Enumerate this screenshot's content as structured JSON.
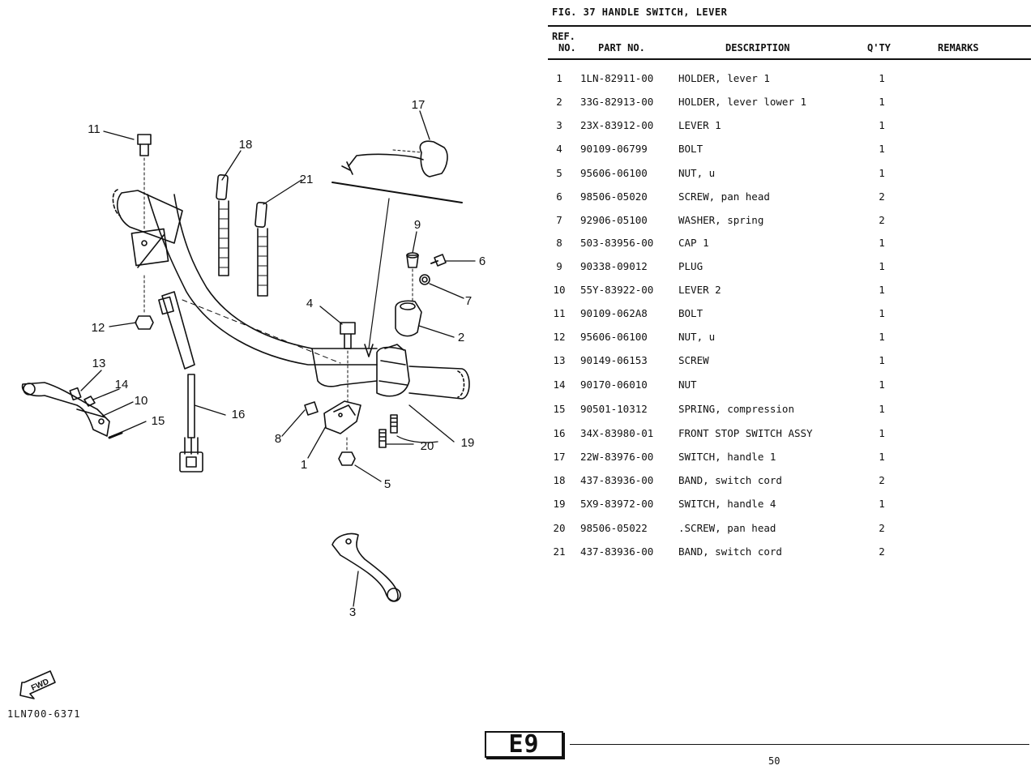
{
  "figure_title": "FIG. 37  HANDLE SWITCH, LEVER",
  "table": {
    "headers": {
      "ref_line1": "REF.",
      "ref_line2": "NO.",
      "part_no": "PART NO.",
      "description": "DESCRIPTION",
      "qty": "Q'TY",
      "remarks": "REMARKS"
    },
    "rows": [
      {
        "ref": "1",
        "part": "1LN-82911-00",
        "desc": "HOLDER, lever 1",
        "qty": "1"
      },
      {
        "ref": "2",
        "part": "33G-82913-00",
        "desc": "HOLDER, lever lower 1",
        "qty": "1"
      },
      {
        "ref": "3",
        "part": "23X-83912-00",
        "desc": "LEVER 1",
        "qty": "1"
      },
      {
        "ref": "4",
        "part": "90109-06799",
        "desc": "BOLT",
        "qty": "1"
      },
      {
        "ref": "5",
        "part": "95606-06100",
        "desc": "NUT, u",
        "qty": "1"
      },
      {
        "ref": "6",
        "part": "98506-05020",
        "desc": "SCREW, pan head",
        "qty": "2"
      },
      {
        "ref": "7",
        "part": "92906-05100",
        "desc": "WASHER, spring",
        "qty": "2"
      },
      {
        "ref": "8",
        "part": "503-83956-00",
        "desc": "CAP 1",
        "qty": "1"
      },
      {
        "ref": "9",
        "part": "90338-09012",
        "desc": "PLUG",
        "qty": "1"
      },
      {
        "ref": "10",
        "part": "55Y-83922-00",
        "desc": "LEVER 2",
        "qty": "1"
      },
      {
        "ref": "11",
        "part": "90109-062A8",
        "desc": "BOLT",
        "qty": "1"
      },
      {
        "ref": "12",
        "part": "95606-06100",
        "desc": "NUT, u",
        "qty": "1"
      },
      {
        "ref": "13",
        "part": "90149-06153",
        "desc": "SCREW",
        "qty": "1"
      },
      {
        "ref": "14",
        "part": "90170-06010",
        "desc": "NUT",
        "qty": "1"
      },
      {
        "ref": "15",
        "part": "90501-10312",
        "desc": "SPRING, compression",
        "qty": "1"
      },
      {
        "ref": "16",
        "part": "34X-83980-01",
        "desc": "FRONT STOP SWITCH ASSY",
        "qty": "1"
      },
      {
        "ref": "17",
        "part": "22W-83976-00",
        "desc": "SWITCH, handle 1",
        "qty": "1"
      },
      {
        "ref": "18",
        "part": "437-83936-00",
        "desc": "BAND, switch cord",
        "qty": "2"
      },
      {
        "ref": "19",
        "part": "5X9-83972-00",
        "desc": "SWITCH, handle 4",
        "qty": "1"
      },
      {
        "ref": "20",
        "part": "98506-05022",
        "desc": ".SCREW, pan head",
        "qty": "2"
      },
      {
        "ref": "21",
        "part": "437-83936-00",
        "desc": "BAND, switch cord",
        "qty": "2"
      }
    ]
  },
  "diagram": {
    "callouts": [
      "1",
      "2",
      "3",
      "4",
      "5",
      "6",
      "7",
      "8",
      "9",
      "10",
      "11",
      "12",
      "13",
      "14",
      "15",
      "16",
      "17",
      "18",
      "19",
      "20",
      "21"
    ],
    "fwd_label": "FWD",
    "figure_code": "1LN700-6371"
  },
  "footer": {
    "section_stamp": "E9",
    "page_number": "50"
  }
}
